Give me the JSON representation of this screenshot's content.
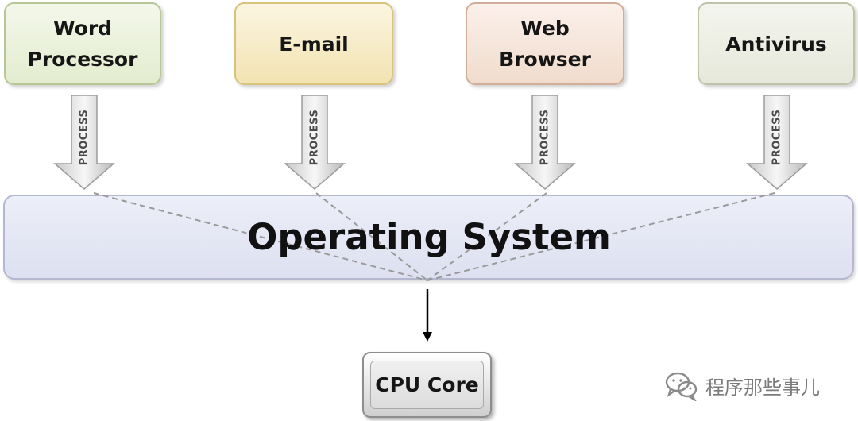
{
  "apps": [
    {
      "label": "Word\nProcessor"
    },
    {
      "label": "E-mail"
    },
    {
      "label": "Web\nBrowser"
    },
    {
      "label": "Antivirus"
    }
  ],
  "process_label": "PROCESS",
  "os_label": "Operating System",
  "cpu_label": "CPU Core",
  "watermark": {
    "text": "程序那些事儿",
    "icon": "wechat-icon"
  },
  "colors": {
    "word_box": "#e3eccf",
    "email_box": "#f3e3b2",
    "web_box": "#f0dccd",
    "antivirus_box": "#e5e8da",
    "os_bar": "#dde0f0",
    "cpu_box": "#dcdcdc"
  }
}
